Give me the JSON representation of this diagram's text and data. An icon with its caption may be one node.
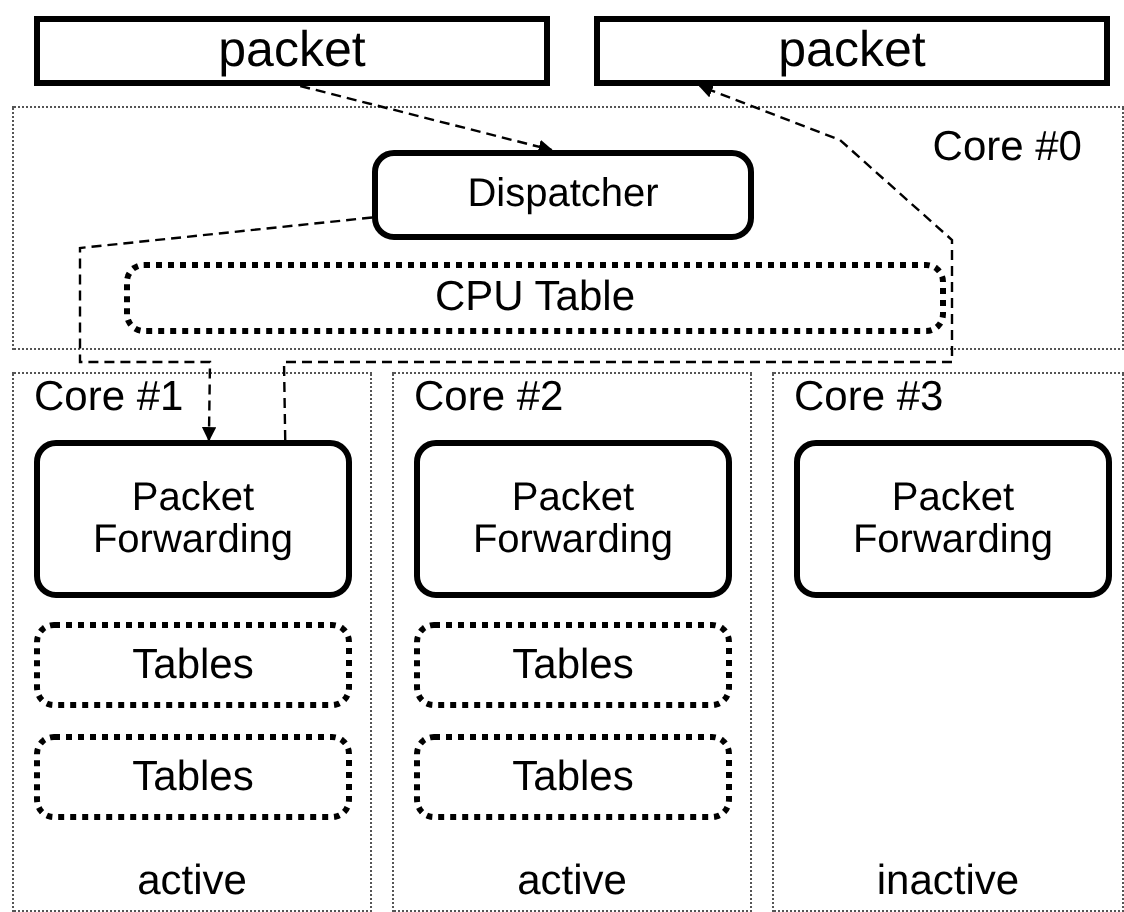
{
  "diagram": {
    "nodes": [
      {
        "text": [
          "packet"
        ]
      },
      {
        "text": [
          "packet"
        ]
      },
      {
        "text": [
          "Core #0"
        ]
      },
      {
        "text": [
          "Dispatcher"
        ],
        "in": 2
      },
      {
        "text": [
          "CPU Table"
        ],
        "in": 2
      },
      {
        "text": [
          "Core #1",
          "active"
        ]
      },
      {
        "text": [
          "Packet Forwarding"
        ],
        "in": 5
      },
      {
        "text": [
          "Tables"
        ],
        "in": 5
      },
      {
        "text": [
          "Tables"
        ],
        "in": 5
      },
      {
        "text": [
          "Core #2",
          "active"
        ]
      },
      {
        "text": [
          "Packet Forwarding"
        ],
        "in": 9
      },
      {
        "text": [
          "Tables"
        ],
        "in": 9
      },
      {
        "text": [
          "Tables"
        ],
        "in": 9
      },
      {
        "text": [
          "Core #3",
          "inactive"
        ]
      },
      {
        "text": [
          "Packet Forwarding"
        ],
        "in": 13
      }
    ],
    "edges": [
      {
        "from": 0,
        "to": 3,
        "arrow": "to",
        "style": "dashed"
      },
      {
        "from": 3,
        "to": 6,
        "arrow": "to",
        "style": "dashed"
      },
      {
        "from": 6,
        "to": 1,
        "arrow": "to",
        "style": "dashed"
      }
    ]
  }
}
